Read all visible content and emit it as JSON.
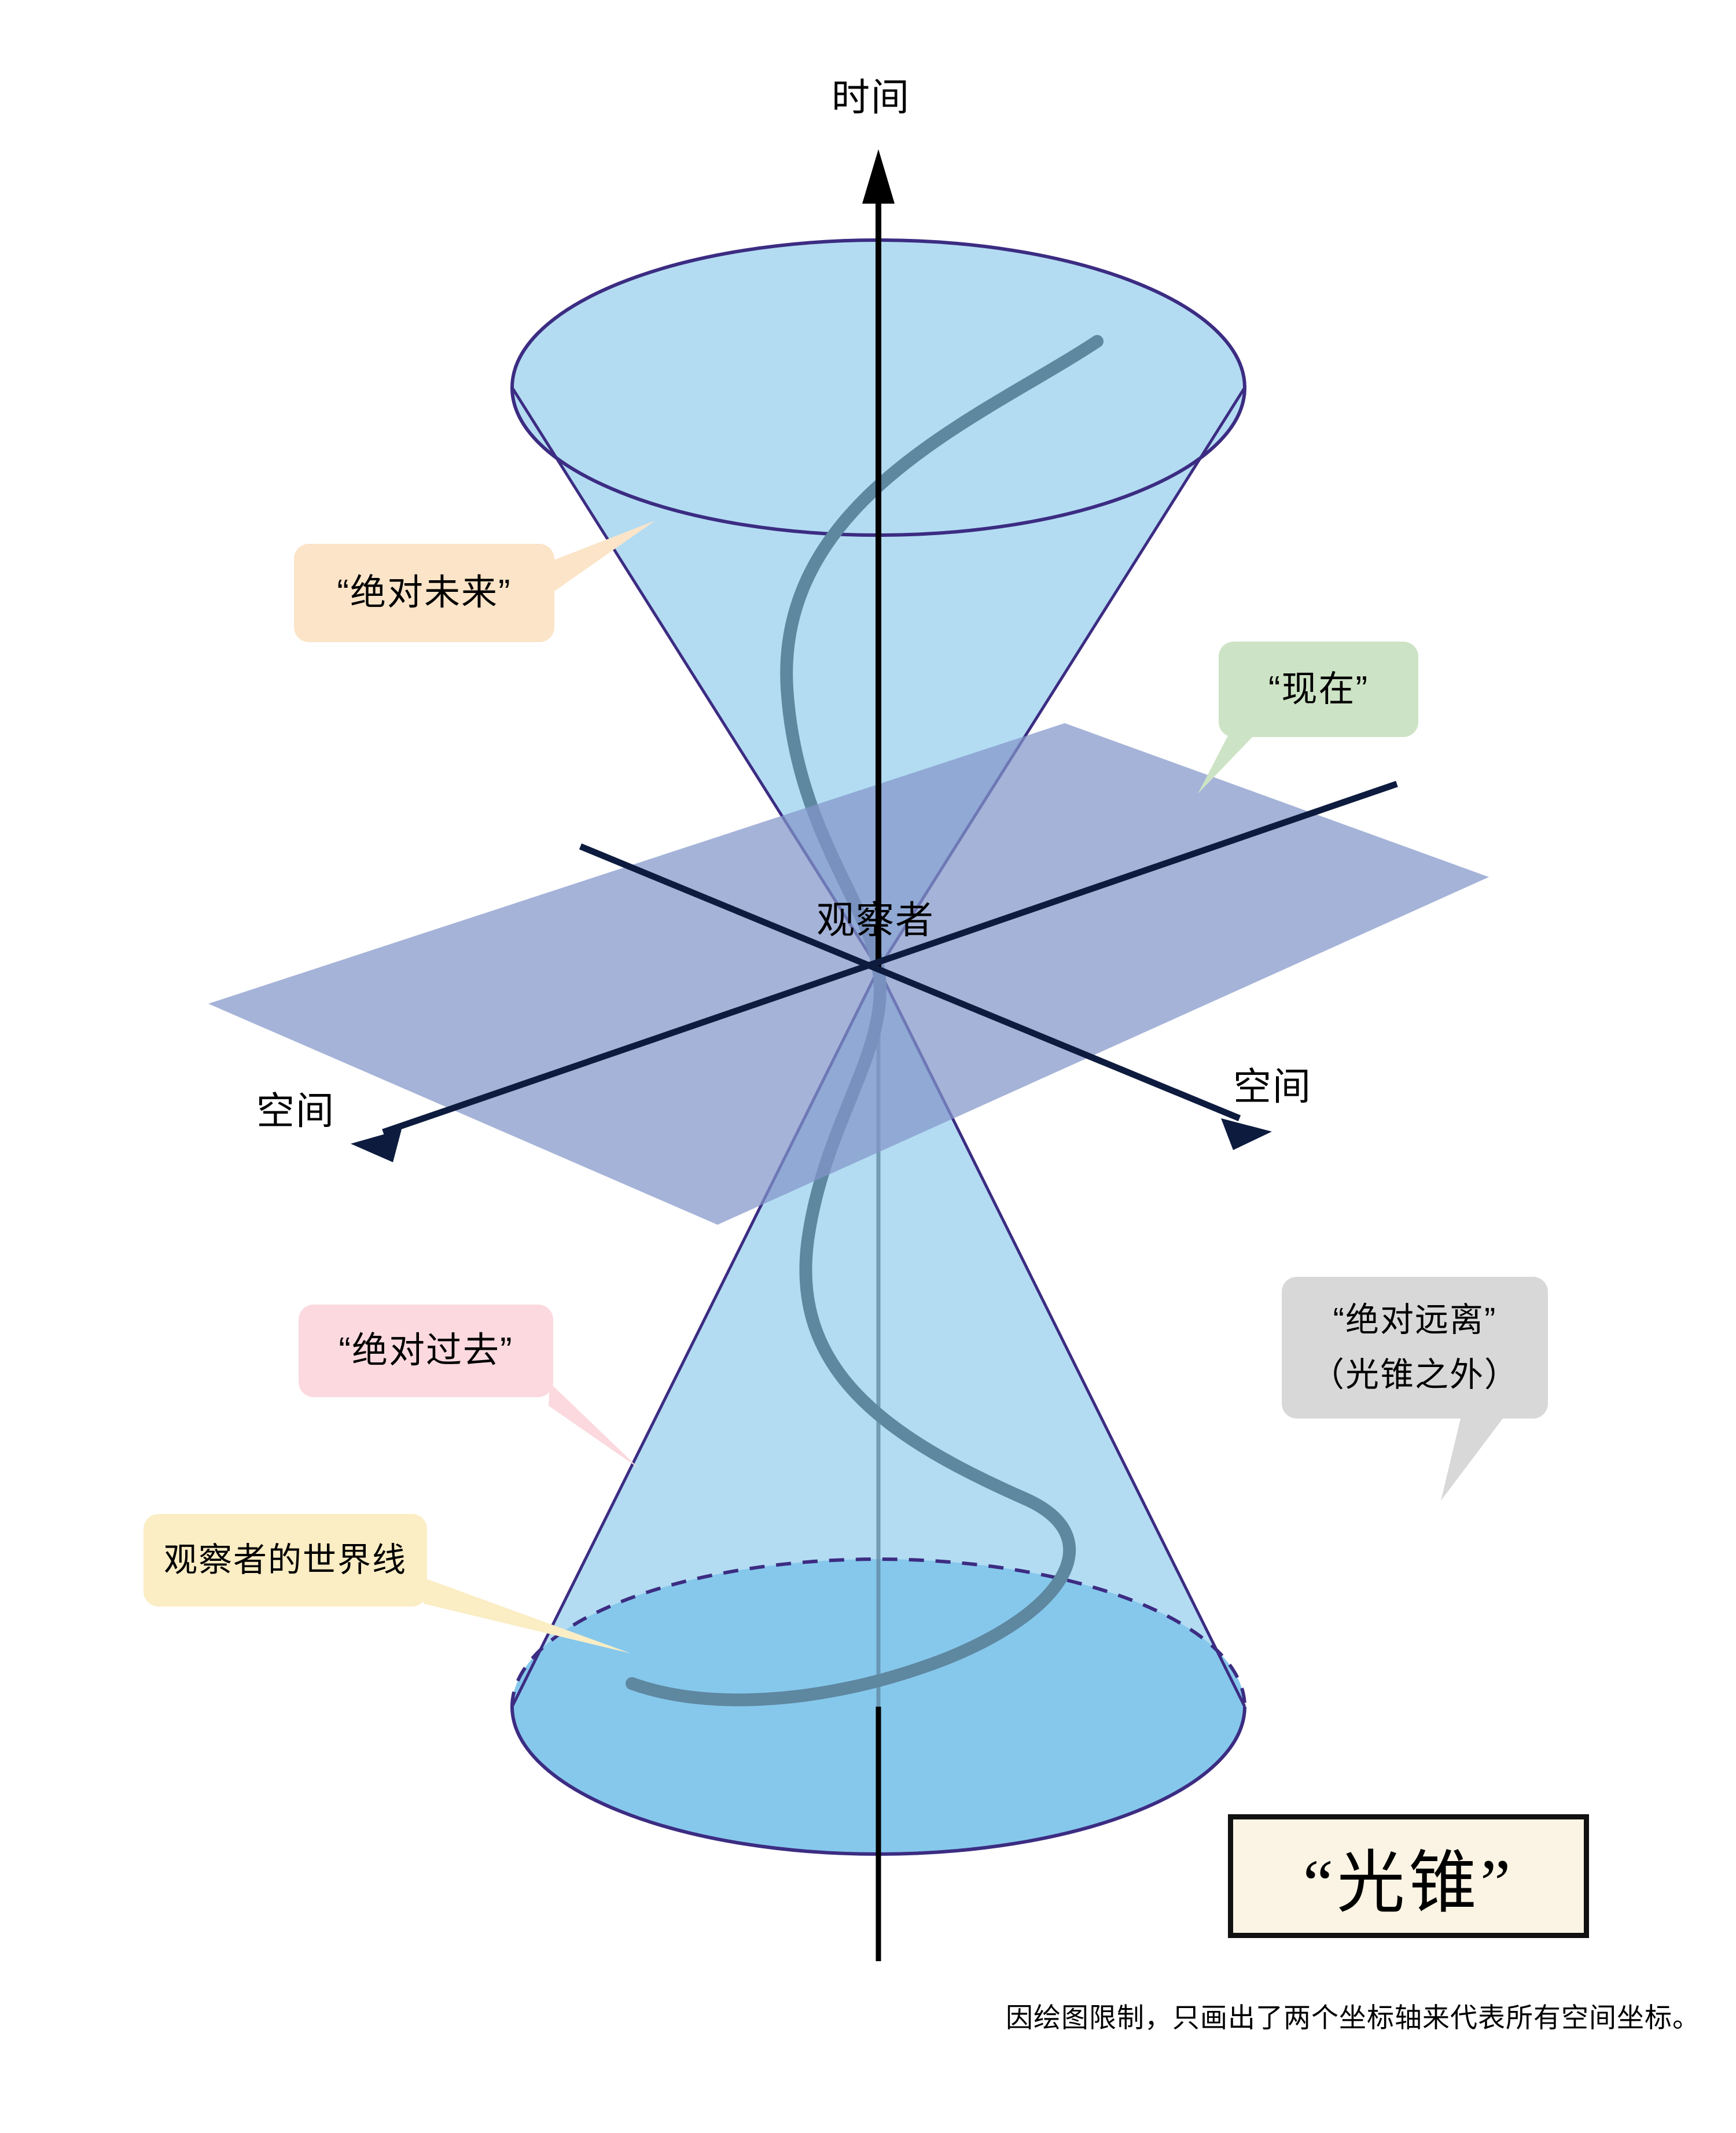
{
  "figure": {
    "title": "“光锥”",
    "footnote": "因绘图限制，只画出了两个坐标轴来代表所有空间坐标。"
  },
  "axes": {
    "time_label": "时间",
    "space_left_label": "空间",
    "space_right_label": "空间",
    "origin_label": "观察者"
  },
  "callouts": {
    "future": "“绝对未来”",
    "now": "“现在”",
    "past": "“绝对过去”",
    "worldline": "观察者的世界线",
    "elsewhere_line1": "“绝对远离”",
    "elsewhere_line2": "（光锥之外）"
  },
  "colors": {
    "background": "#ffffff",
    "cone_fill": "#B3DCF2",
    "cone_fill_lower_cap": "#86C8EC",
    "cone_outline": "#3C2C82",
    "plane_fill": "#A4B4D8",
    "plane_overlap": "#7E9FCF",
    "axis_line": "#0D1B3E",
    "time_axis_line": "#000000",
    "worldline": "#5E87A0",
    "callout_future_bg": "#FBE4C8",
    "callout_now_bg": "#CDE3C5",
    "callout_past_bg": "#FBD9DF",
    "callout_worldline_bg": "#FBEDC4",
    "callout_elsewhere_bg": "#D8D8D8",
    "title_plate_bg": "#FBF4E4",
    "title_plate_border": "#111111"
  },
  "chart_data": {
    "type": "diagram",
    "subject": "Minkowski light cone (spacetime diagram)",
    "title": "“光锥”",
    "regions": [
      {
        "name": "absolute future",
        "label": "“绝对未来”",
        "location": "upper cone interior"
      },
      {
        "name": "absolute past",
        "label": "“绝对过去”",
        "location": "lower cone interior"
      },
      {
        "name": "present hypersurface",
        "label": "“现在”",
        "location": "horizontal space plane through apex"
      },
      {
        "name": "absolute elsewhere",
        "label": "“绝对远离”（光锥之外）",
        "location": "outside the light cone"
      }
    ],
    "curves": [
      {
        "name": "observer world line",
        "label": "观察者的世界线",
        "style": "solid thick slate-blue S-curve through apex"
      }
    ],
    "points": [
      {
        "name": "observer",
        "label": "观察者",
        "location": "cone apex / origin"
      }
    ],
    "axes": [
      {
        "name": "time",
        "label": "时间",
        "direction": "vertical, arrow up"
      },
      {
        "name": "space-1",
        "label": "空间",
        "direction": "diagonal down-left, arrow"
      },
      {
        "name": "space-2",
        "label": "空间",
        "direction": "diagonal down-right, arrow"
      }
    ],
    "annotation": "因绘图限制，只画出了两个坐标轴来代表所有空间坐标。"
  }
}
